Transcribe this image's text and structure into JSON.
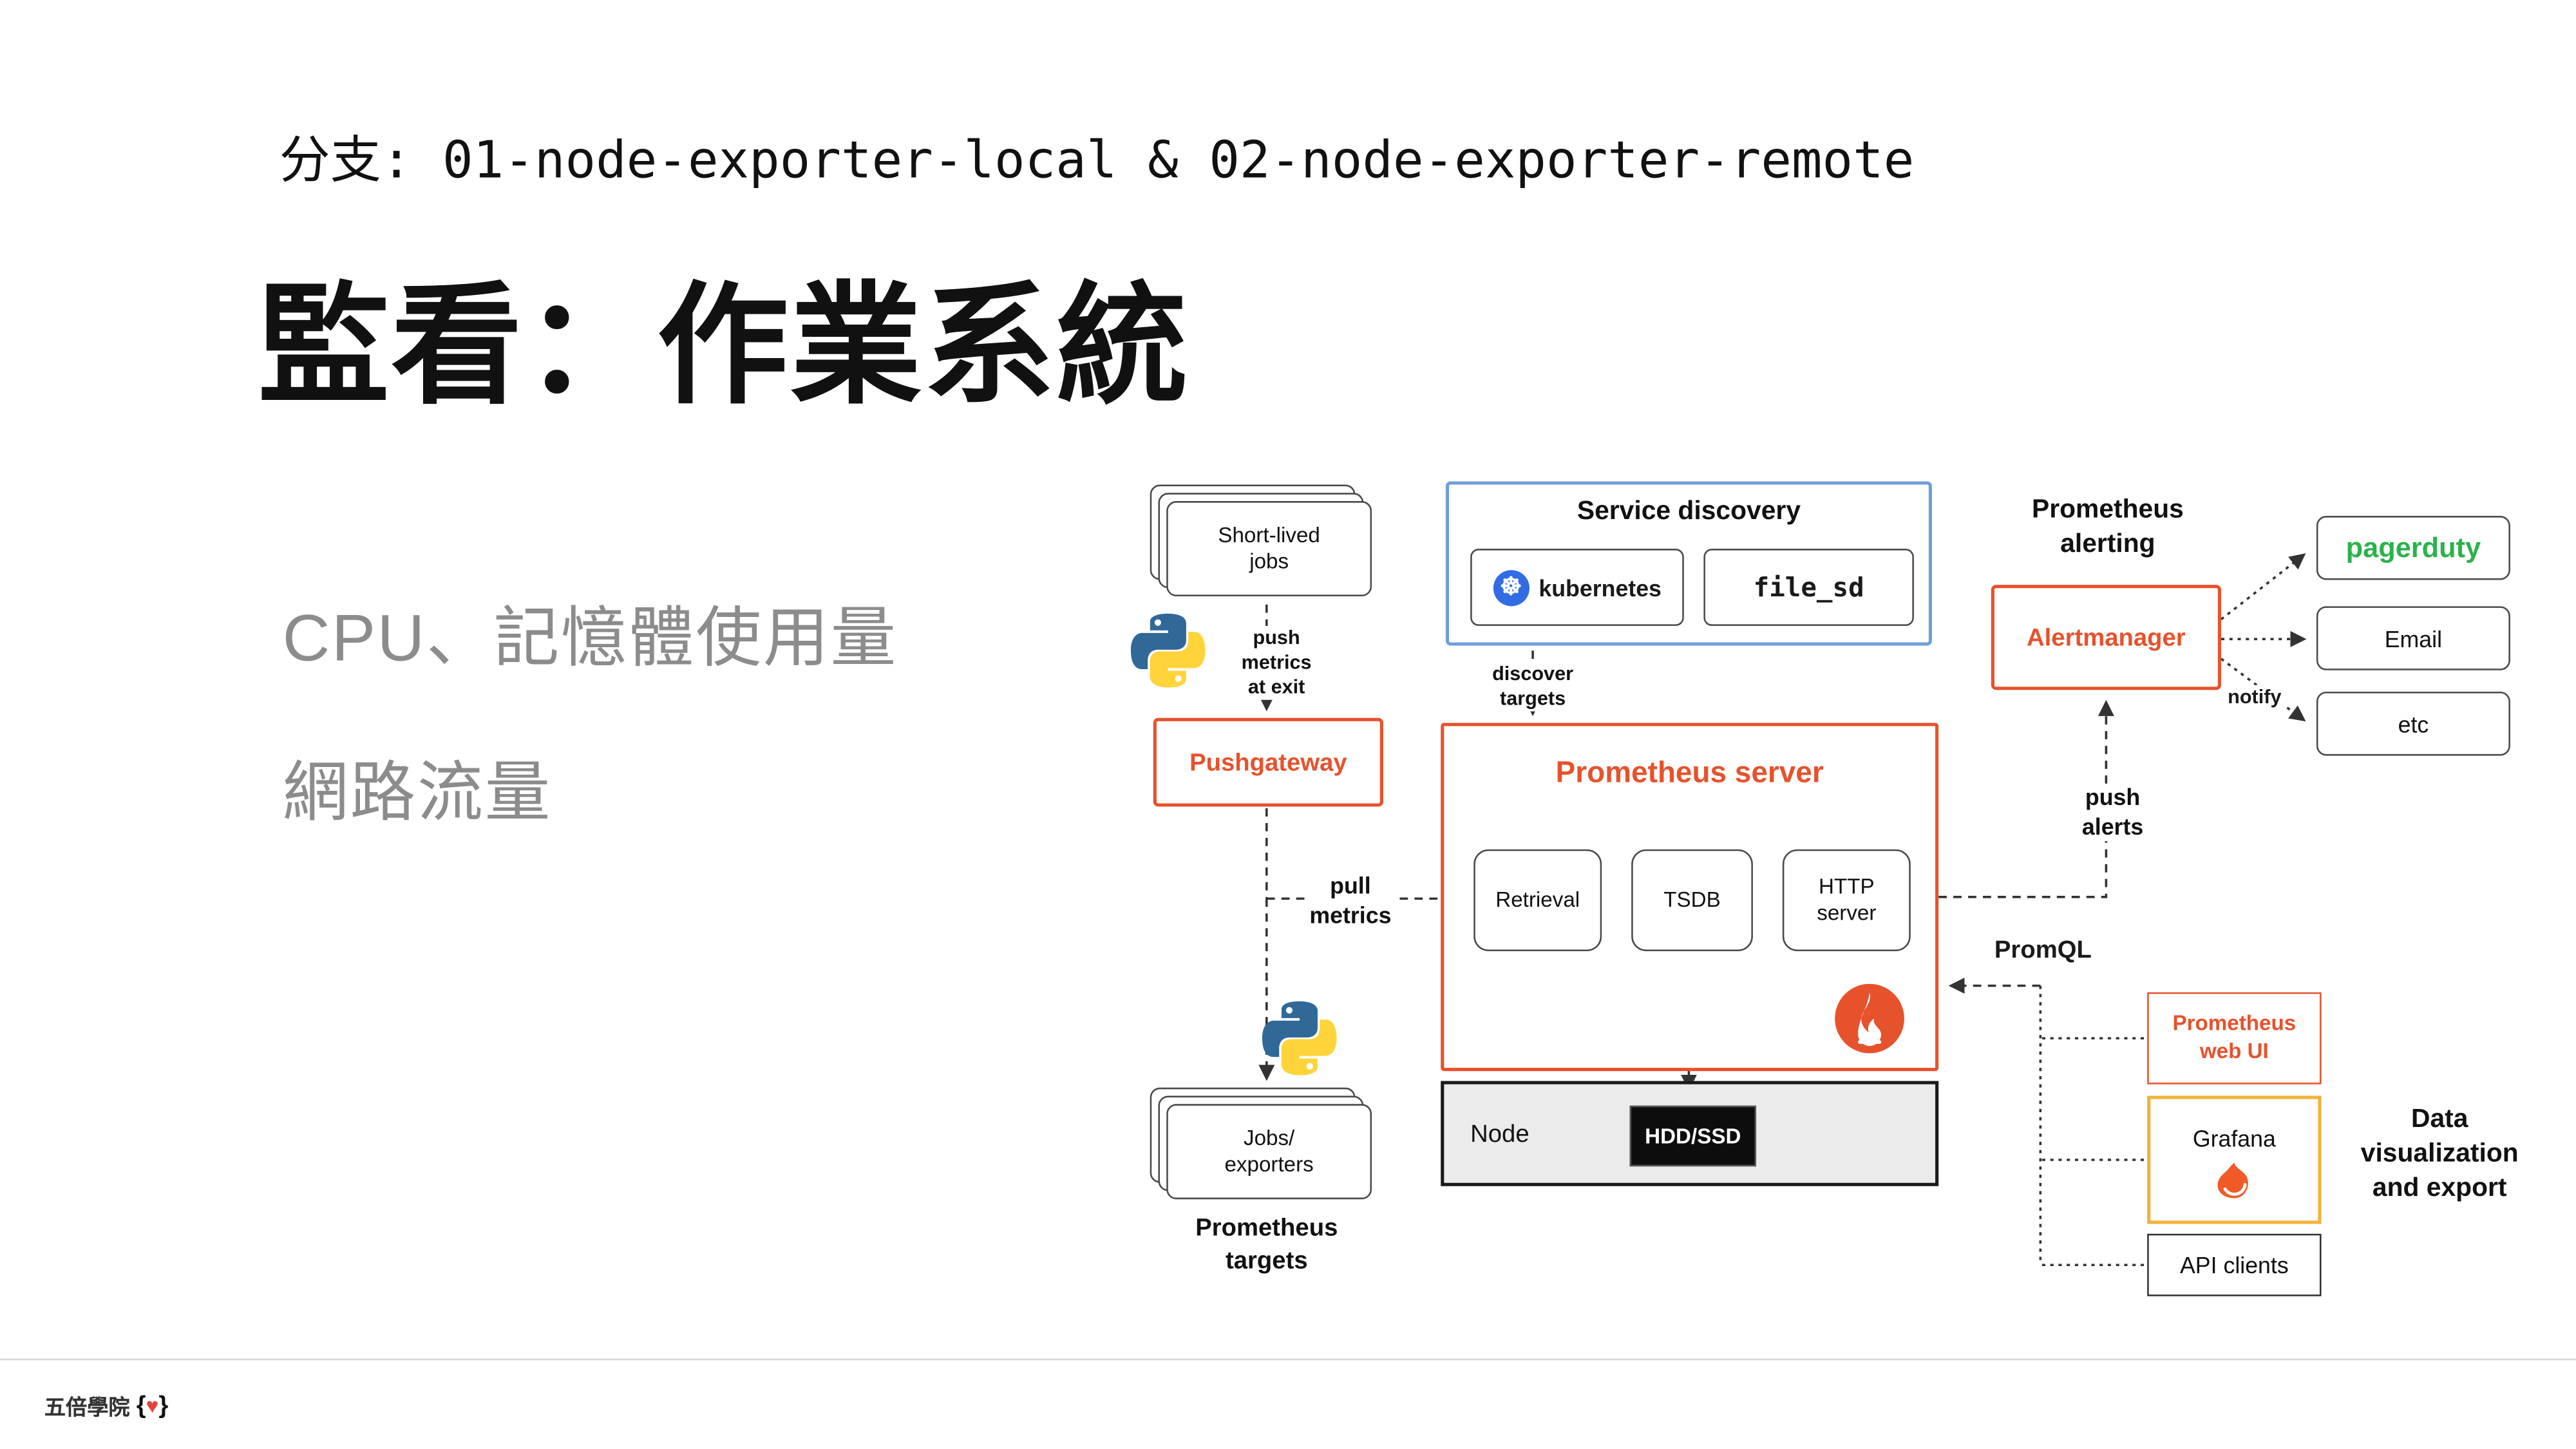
{
  "colors": {
    "prometheus_orange": "#e6522c",
    "service_discovery_blue": "#6f9fd8",
    "pagerduty_green": "#2bb24c",
    "grafana_yellow": "#f3b23a",
    "kubernetes_blue": "#326ce5",
    "muted_text_gray": "#8c8c8c"
  },
  "slide": {
    "branch_line": "分支: 01-node-exporter-local & 02-node-exporter-remote",
    "title": "監看：作業系統",
    "bullets": [
      "CPU、記憶體使用量",
      "網路流量"
    ],
    "footer": {
      "brand": "五倍學院",
      "brace_open": "{",
      "heart": "♥",
      "brace_close": "}"
    }
  },
  "diagram": {
    "short_lived_jobs": "Short-lived\njobs",
    "push_metrics_at_exit": "push metrics\nat exit",
    "pushgateway": "Pushgateway",
    "service_discovery": {
      "title": "Service discovery",
      "kubernetes": "kubernetes",
      "file_sd": "file_sd",
      "kubernetes_icon": "☸"
    },
    "discover_targets": "discover\ntargets",
    "prometheus_server": {
      "title": "Prometheus server",
      "retrieval": "Retrieval",
      "tsdb": "TSDB",
      "http_server": "HTTP\nserver"
    },
    "node": {
      "label": "Node",
      "storage": "HDD/SSD"
    },
    "pull_metrics": "pull\nmetrics",
    "jobs_exporters": "Jobs/\nexporters",
    "prometheus_targets": "Prometheus\ntargets",
    "alerting": {
      "heading": "Prometheus\nalerting",
      "alertmanager": "Alertmanager",
      "push_alerts": "push\nalerts",
      "notify": "notify",
      "receivers": [
        "pagerduty",
        "Email",
        "etc"
      ]
    },
    "promql": "PromQL",
    "visualization": {
      "web_ui": "Prometheus\nweb UI",
      "grafana": "Grafana",
      "api_clients": "API clients",
      "caption": "Data\nvisualization\nand export"
    }
  }
}
